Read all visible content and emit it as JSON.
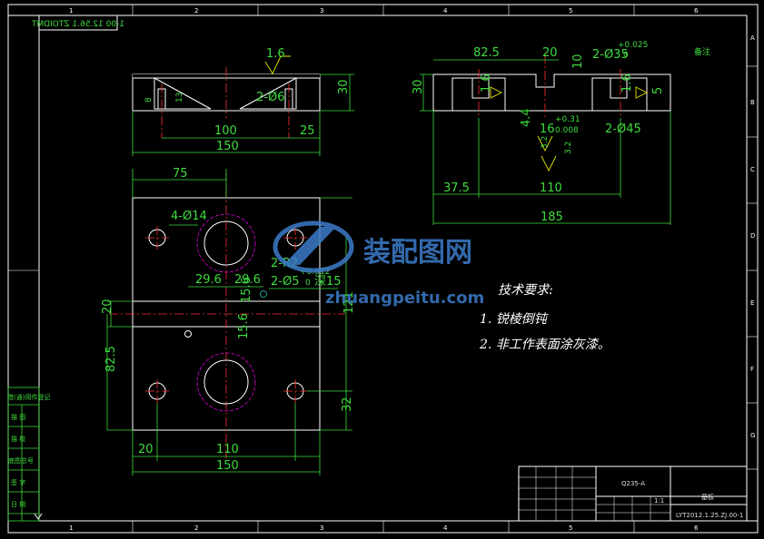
{
  "drawing_code_mirrored": "1-00 12.56.1 ZTOIDMT",
  "zones_top": [
    "1",
    "2",
    "3",
    "4",
    "5",
    "6"
  ],
  "zones_bottom": [
    "1",
    "2",
    "3",
    "4",
    "5",
    "6"
  ],
  "zones_right": [
    "A",
    "B",
    "C",
    "D",
    "E",
    "F",
    "G"
  ],
  "roughness_top": "1.6",
  "front_view": {
    "height": "30",
    "width_total": "150",
    "dist_100": "100",
    "dist_25": "25",
    "hole_label": "2-Ø6",
    "depth_8": "8",
    "depth_13": "13"
  },
  "side_view": {
    "d82_5": "82.5",
    "d20": "20",
    "hole": "2-Ø35",
    "hole_tol": "+0.025",
    "hole_tol_low": "0",
    "d10": "10",
    "h30": "30",
    "d1_6a": "1.6",
    "d1_6b": "1.6",
    "d4_4": "4.4",
    "d3_2a": "3.2",
    "d3_2b": "3.2",
    "slot": "16",
    "slot_tol": "+0.31",
    "slot_tol_low": "0.008",
    "d5": "5",
    "hole45": "2-Ø45",
    "d37_5": "37.5",
    "d110": "110",
    "d185": "185"
  },
  "top_view": {
    "d75": "75",
    "holes": "4-Ø14",
    "d29_6a": "29.6",
    "d29_6b": "29.6",
    "d2_r2": "2-R2",
    "hole5": "2-Ø5",
    "hole5_tol": "+0.012",
    "hole5_tol_low": "0",
    "depth15": "深15",
    "d20": "20",
    "d15_6a": "15.6",
    "d15_6b": "15.6",
    "d82_5": "82.5",
    "d121": "121",
    "d32": "32",
    "d20b": "20",
    "d110": "110",
    "d150": "150"
  },
  "tech_req": {
    "title": "技术要求:",
    "item1": "1. 锐棱倒钝",
    "item2": "2. 非工作表面涂灰漆。"
  },
  "watermark": {
    "cn": "装配图网",
    "en": "zhuangpeitu.com"
  },
  "side_stamps": [
    "借(通)用件登记",
    "描 图",
    "描 校",
    "底图总号",
    "签 字",
    "日 期"
  ],
  "title_block": {
    "material": "Q235-A",
    "part_name": "基板",
    "code": "LYT2012.1.25.ZJ.00-1",
    "scale": "1:1"
  },
  "corner_note": "备注"
}
